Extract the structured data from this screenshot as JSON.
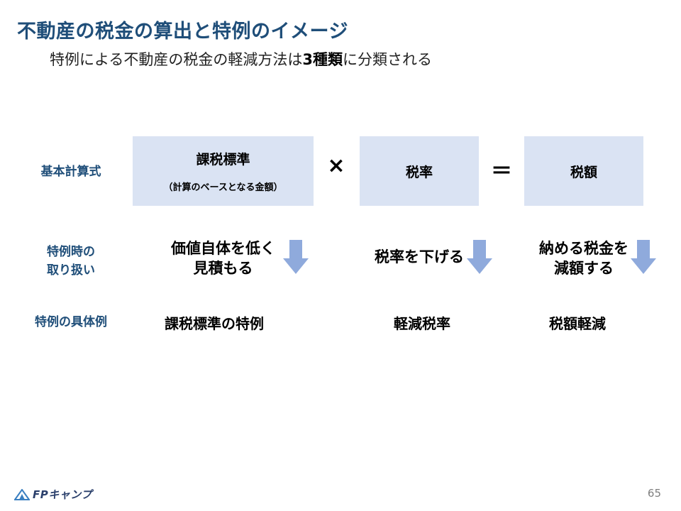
{
  "title": "不動産の税金の算出と特例のイメージ",
  "subtitle": {
    "prefix": "特例による不動産の税金の軽減方法は",
    "emphasis": "3種類",
    "suffix": "に分類される"
  },
  "row_labels": {
    "formula": "基本計算式",
    "treatment_line1": "特例時の",
    "treatment_line2": "取り扱い",
    "examples": "特例の具体例"
  },
  "formula": {
    "base": {
      "main": "課税標準",
      "sub": "（計算のベースとなる金額）"
    },
    "times": "×",
    "rate": "税率",
    "equals": "＝",
    "tax": "税額"
  },
  "treatments": {
    "base_line1": "価値自体を低く",
    "base_line2": "見積もる",
    "rate": "税率を下げる",
    "tax_line1": "納める税金を",
    "tax_line2": "減額する"
  },
  "examples": {
    "base": "課税標準の特例",
    "rate": "軽減税率",
    "tax": "税額軽減"
  },
  "footer": {
    "logo_text": "FPキャンプ",
    "page_number": "65"
  },
  "colors": {
    "title": "#1f4e79",
    "box_fill": "#dae3f3",
    "arrow": "#8faadc"
  }
}
